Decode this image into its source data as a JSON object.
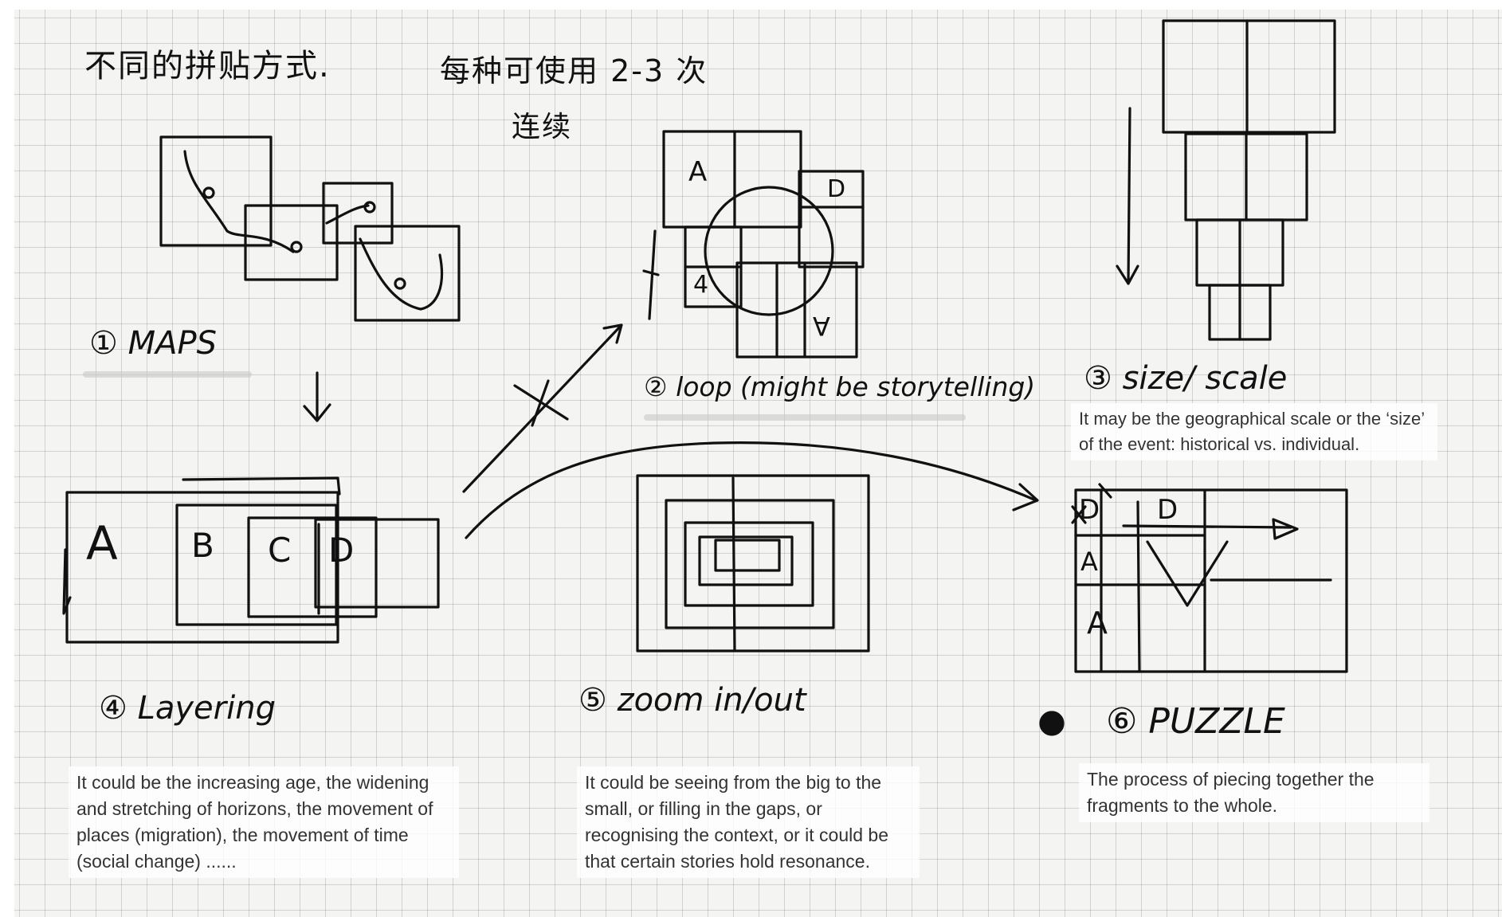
{
  "header": {
    "line1": "不同的拼贴方式.",
    "line2": "每种可使用 2-3 次",
    "line3": "连续"
  },
  "sections": [
    {
      "label": "① MAPS"
    },
    {
      "label": "② loop (might be storytelling)",
      "box_letters": [
        "A",
        "D",
        "4",
        "A"
      ]
    },
    {
      "label": "③ size/ scale",
      "note": "It may be the geographical scale or the ‘size’ of the event: historical vs. individual."
    },
    {
      "label": "④ Layering",
      "box_letters": [
        "A",
        "B",
        "C",
        "D"
      ],
      "note": "It could be the increasing age, the widening and stretching of horizons, the movement of places (migration), the movement of time (social change) ......"
    },
    {
      "label": "⑤ zoom in/out",
      "note": "It could be seeing from the big to the small, or filling in the gaps, or recognising the context, or it could be that certain stories hold resonance."
    },
    {
      "label": "⑥ PUZZLE",
      "box_letters": [
        "D",
        "D",
        "A",
        "A"
      ],
      "note": "The process of piecing together the fragments to the whole."
    }
  ]
}
